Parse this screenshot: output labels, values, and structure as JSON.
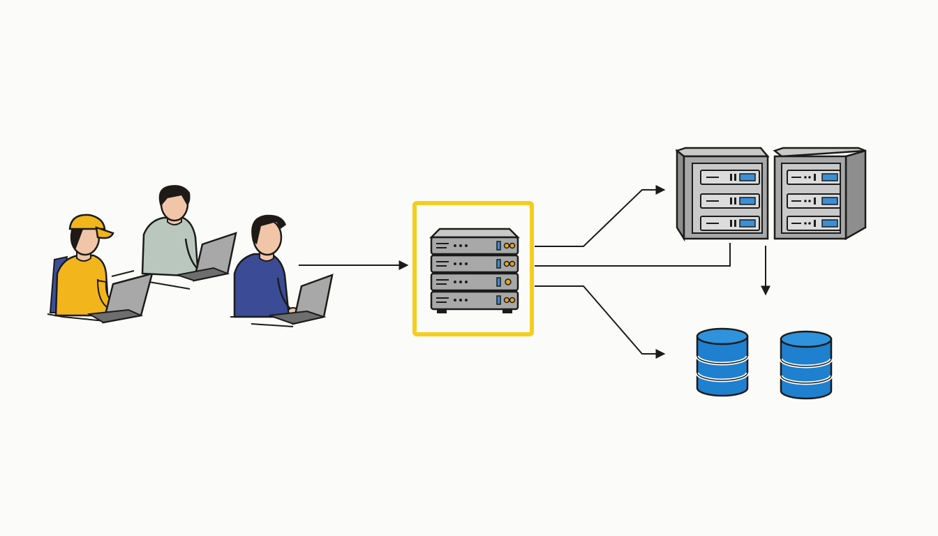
{
  "diagram": {
    "type": "network-architecture",
    "nodes": [
      {
        "id": "user-yellow",
        "kind": "person-with-laptop",
        "shirt_color": "#f2b51c",
        "has_cap": true
      },
      {
        "id": "user-gray",
        "kind": "person-with-laptop",
        "shirt_color": "#b9c7be",
        "has_cap": false
      },
      {
        "id": "user-blue",
        "kind": "person-with-laptop",
        "shirt_color": "#3b4b96",
        "has_cap": false
      },
      {
        "id": "load-balancer",
        "kind": "server-rack",
        "units": 4,
        "highlight": true,
        "highlight_color": "#f5cd1e"
      },
      {
        "id": "app-server-1",
        "kind": "server-cabinet",
        "units": 3
      },
      {
        "id": "app-server-2",
        "kind": "server-cabinet",
        "units": 3
      },
      {
        "id": "database-1",
        "kind": "database",
        "color": "#1e80cf"
      },
      {
        "id": "database-2",
        "kind": "database",
        "color": "#1e80cf"
      }
    ],
    "edges": [
      {
        "from": "users",
        "to": "load-balancer"
      },
      {
        "from": "load-balancer",
        "to": "app-server-1"
      },
      {
        "from": "load-balancer",
        "to": "app-servers"
      },
      {
        "from": "load-balancer",
        "to": "database-1"
      },
      {
        "from": "app-servers",
        "to": "databases"
      }
    ],
    "colors": {
      "background": "#fbfbf9",
      "outline": "#1b1b1b",
      "metal": "#a8a8a8",
      "metal_light": "#c9c9c9",
      "screen_blue": "#3a8fd6",
      "highlight": "#f5cd1e",
      "skin": "#f1c6a8",
      "hair": "#1f1a17"
    }
  }
}
